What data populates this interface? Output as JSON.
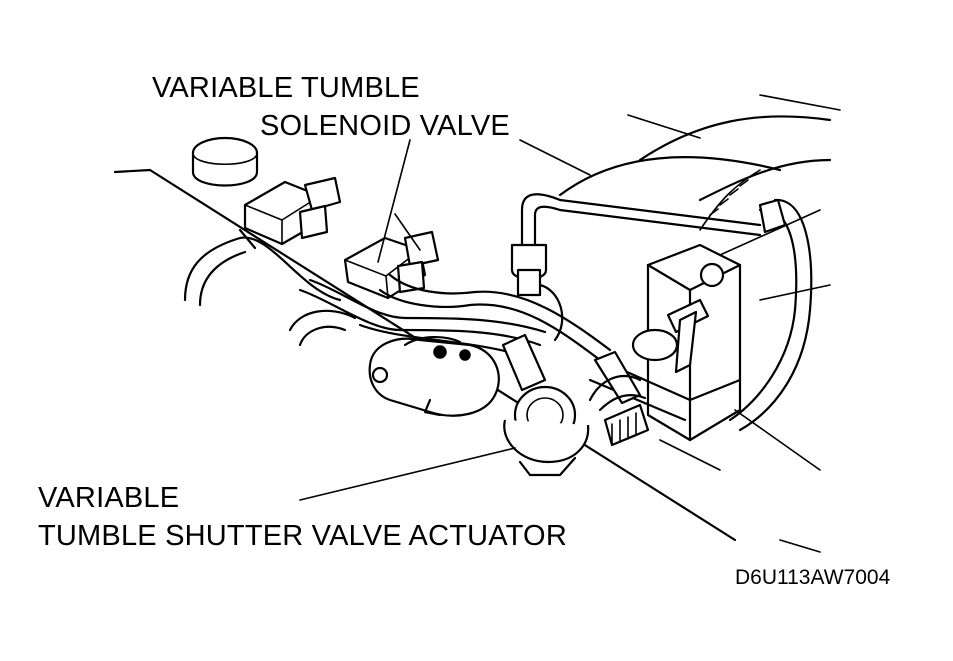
{
  "labels": {
    "solenoid_line1": "VARIABLE TUMBLE",
    "solenoid_line2": "SOLENOID VALVE",
    "actuator_line1": "VARIABLE",
    "actuator_line2": "TUMBLE SHUTTER VALVE ACTUATOR"
  },
  "figure_code": "D6U113AW7004",
  "colors": {
    "ink": "#000000",
    "paper": "#ffffff"
  }
}
